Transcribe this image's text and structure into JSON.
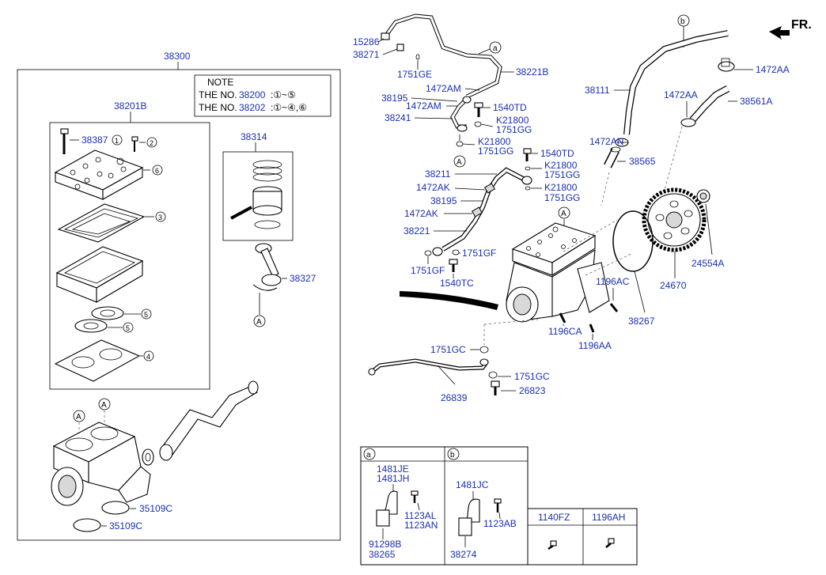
{
  "fr_label": "FR.",
  "main_group": "38300",
  "note": {
    "title": "NOTE",
    "line1_prefix": "THE NO.",
    "line1_part": "38200",
    "line1_range": ":①~⑤",
    "line2_prefix": "THE NO.",
    "line2_part": "38202",
    "line2_range": ":①~④,⑥"
  },
  "head_kit": "38201B",
  "piston_kit": "38314",
  "callouts": [
    "1",
    "2",
    "3",
    "4",
    "5",
    "6",
    "A",
    "a",
    "b"
  ],
  "left_labels": {
    "p38387": "38387",
    "p38327": "38327",
    "p35109c_1": "35109C",
    "p35109c_2": "35109C"
  },
  "right_labels": {
    "p15286": "15286",
    "p38271": "38271",
    "p1751GE": "1751GE",
    "p38221B": "38221B",
    "p1472AM_1": "1472AM",
    "p38195_1": "38195",
    "p1472AM_2": "1472AM",
    "p1540TD_1": "1540TD",
    "p38241": "38241",
    "pK21800_1": "K21800",
    "p1751GG_1": "1751GG",
    "pK21800_2": "K21800",
    "p1751GG_2": "1751GG",
    "p1540TD_2": "1540TD",
    "p38211": "38211",
    "pK21800_3": "K21800",
    "p1751GG_3": "1751GG",
    "p1472AK_1": "1472AK",
    "pK21800_4": "K21800",
    "p1751GG_4": "1751GG",
    "p38195_2": "38195",
    "p1472AK_2": "1472AK",
    "p38221": "38221",
    "p1751GF_1": "1751GF",
    "p1751GF_2": "1751GF",
    "p1540TC": "1540TC",
    "p38111": "38111",
    "p1472AA_1": "1472AA",
    "p1472AA_2": "1472AA",
    "p38561A": "38561A",
    "p1472AN": "1472AN",
    "p38565": "38565",
    "p24554A": "24554A",
    "p24670": "24670",
    "p1196AC": "1196AC",
    "p38267": "38267",
    "p1196CA": "1196CA",
    "p1196AA": "1196AA",
    "p1751GC_1": "1751GC",
    "p1751GC_2": "1751GC",
    "p26839": "26839",
    "p26823": "26823"
  },
  "inset": {
    "a": {
      "callout": "a",
      "l1": "1481JE",
      "l2": "1481JH",
      "l3": "1123AL",
      "l4": "1123AN",
      "l5": "91298B",
      "l6": "38265"
    },
    "b": {
      "callout": "b",
      "l1": "1481JC",
      "l2": "1123AB",
      "l3": "38274"
    },
    "c": "1140FZ",
    "d": "1196AH"
  },
  "colors": {
    "part_number": "#1a2fb0",
    "line": "#000000"
  }
}
